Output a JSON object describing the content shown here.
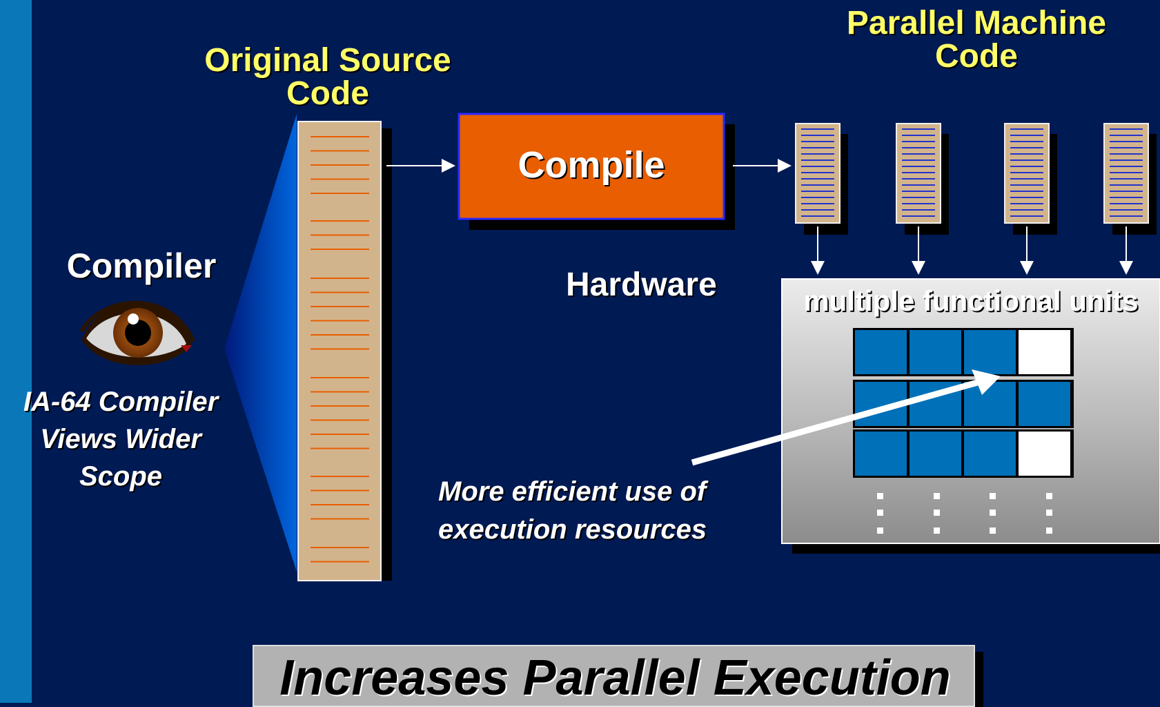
{
  "labels": {
    "original_source_code": "Original Source Code",
    "parallel_machine_code": "Parallel Machine Code",
    "compile": "Compile",
    "compiler": "Compiler",
    "hardware": "Hardware",
    "multiple_functional_units": "multiple functional units",
    "ia64_line1": "IA-64 Compiler",
    "ia64_line2": "Views Wider",
    "ia64_line3": "Scope",
    "efficiency_line1": "More efficient use of",
    "efficiency_line2": "execution resources",
    "bottom_banner": "Increases Parallel Execution"
  },
  "functional_units_grid": [
    [
      "filled",
      "filled",
      "filled",
      "empty"
    ],
    [
      "filled",
      "filled",
      "filled",
      "filled"
    ],
    [
      "filled",
      "filled",
      "filled",
      "empty"
    ]
  ],
  "colors": {
    "background": "#001a54",
    "accent_strip": "#0a78b8",
    "title_yellow": "#ffff66",
    "compile_box": "#e85e00",
    "code_paper": "#d2b48c",
    "source_code_lines": "#e85e00",
    "machine_code_lines": "#2233cc",
    "unit_filled": "#0070b8",
    "unit_empty": "#ffffff"
  },
  "icons": [
    "eye-icon"
  ]
}
